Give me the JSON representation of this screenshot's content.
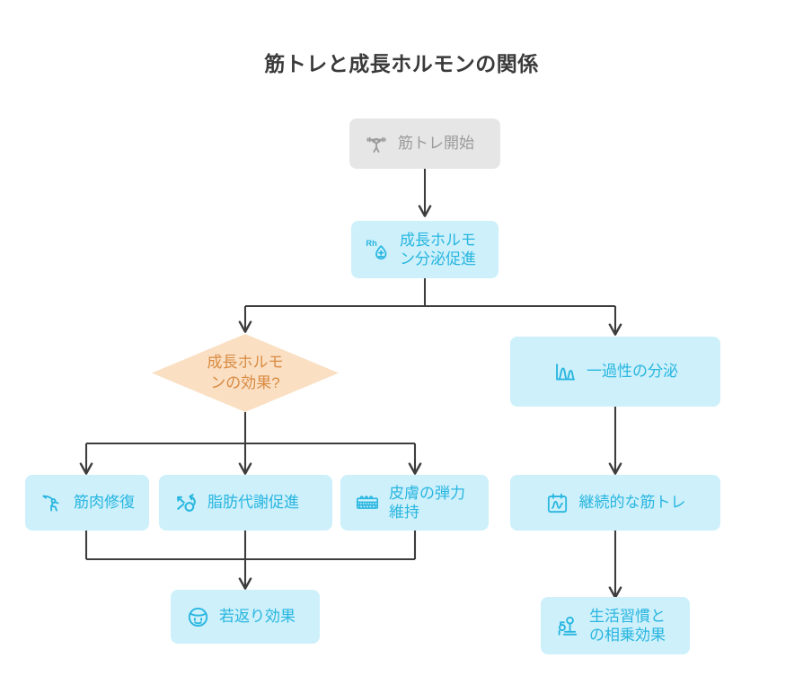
{
  "header": {
    "title": "筋トレと成長ホルモンの関係"
  },
  "theme": {
    "background": "#ffffff",
    "title_color": "#3a3a3a",
    "node_blue_bg": "#cdf0fb",
    "node_blue_fg": "#29b6e0",
    "node_gray_bg": "#e6e6e6",
    "node_gray_fg": "#9b9b9b",
    "decision_bg": "#fadfc3",
    "decision_fg": "#d98b42",
    "edge_color": "#3d3d3d"
  },
  "chart_data": {
    "type": "diagram",
    "diagram_type": "flowchart",
    "direction": "top-down",
    "title": "筋トレと成長ホルモンの関係",
    "nodes": [
      {
        "id": "start",
        "label": "筋トレ開始",
        "shape": "rounded-rect",
        "style": "gray",
        "icon": "weightlifter-icon"
      },
      {
        "id": "gh",
        "label": "成長ホルモ\nン分泌促進",
        "shape": "rounded-rect",
        "style": "blue",
        "icon": "blood-drop-rh-icon"
      },
      {
        "id": "decision",
        "label": "成長ホルモ\nンの効果?",
        "shape": "diamond",
        "style": "decision",
        "icon": ""
      },
      {
        "id": "transient",
        "label": "一過性の分泌",
        "shape": "rounded-rect",
        "style": "blue",
        "icon": "peak-chart-icon"
      },
      {
        "id": "muscle",
        "label": "筋肉修復",
        "shape": "rounded-rect",
        "style": "blue",
        "icon": "stretching-person-icon"
      },
      {
        "id": "fat",
        "label": "脂肪代謝促進",
        "shape": "rounded-rect",
        "style": "blue",
        "icon": "metabolism-arrows-icon"
      },
      {
        "id": "skin",
        "label": "皮膚の弾力\n維持",
        "shape": "rounded-rect",
        "style": "blue",
        "icon": "skin-layers-icon"
      },
      {
        "id": "young",
        "label": "若返り効果",
        "shape": "rounded-rect",
        "style": "blue",
        "icon": "face-mask-icon"
      },
      {
        "id": "continuous",
        "label": "継続的な筋トレ",
        "shape": "rounded-rect",
        "style": "blue",
        "icon": "calendar-activity-icon"
      },
      {
        "id": "lifestyle",
        "label": "生活習慣と\nの相乗効果",
        "shape": "rounded-rect",
        "style": "blue",
        "icon": "lifestyle-scale-icon"
      }
    ],
    "edges": [
      {
        "from": "start",
        "to": "gh",
        "label": ""
      },
      {
        "from": "gh",
        "to": "decision",
        "label": ""
      },
      {
        "from": "gh",
        "to": "transient",
        "label": ""
      },
      {
        "from": "decision",
        "to": "muscle",
        "label": ""
      },
      {
        "from": "decision",
        "to": "fat",
        "label": ""
      },
      {
        "from": "decision",
        "to": "skin",
        "label": ""
      },
      {
        "from": "muscle",
        "to": "young",
        "label": ""
      },
      {
        "from": "fat",
        "to": "young",
        "label": ""
      },
      {
        "from": "skin",
        "to": "young",
        "label": ""
      },
      {
        "from": "transient",
        "to": "continuous",
        "label": ""
      },
      {
        "from": "continuous",
        "to": "lifestyle",
        "label": ""
      }
    ]
  }
}
